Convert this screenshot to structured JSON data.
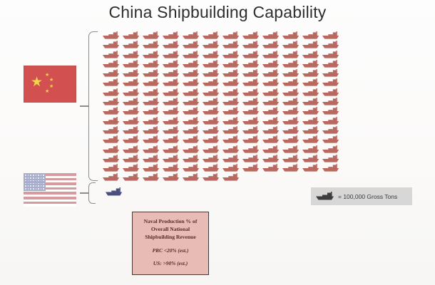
{
  "title": "China Shipbuilding Capability",
  "flags": {
    "china": {
      "name": "china-flag",
      "color": "#cf4444",
      "star_color": "#f2d33c",
      "small_star_count": 4
    },
    "us": {
      "name": "us-flag",
      "stripe_color": "#d08b92",
      "canton_color": "#9aa0c4"
    }
  },
  "legend": {
    "symbol": "ship-icon",
    "text": "= 100,000 Gross Tons",
    "background": "#d7d7d7"
  },
  "note": {
    "title_line_1": "Naval Production % of",
    "title_line_2": "Overall National",
    "title_line_3": "Shipbuilding Revenue",
    "stat_prc": "PRC <20% (est.)",
    "stat_us": "US: >90% (est.)",
    "background": "#e8bcb5"
  },
  "chart_data": {
    "type": "pictogram",
    "title": "China Shipbuilding Capability",
    "unit_label": "= 100,000 Gross Tons",
    "unit_value": 100000,
    "unit_name": "Gross Tons",
    "icon": "ship-icon",
    "series": [
      {
        "name": "China",
        "flag": "china-flag",
        "icon_color": "#b8685f",
        "icons_total": 187,
        "rows": [
          12,
          12,
          12,
          12,
          12,
          12,
          12,
          12,
          12,
          12,
          12,
          12,
          12,
          12,
          12,
          7
        ],
        "icons_per_full_row": 12,
        "row_count": 16,
        "value": 18700000,
        "naval_share_note": "PRC <20% (est.)"
      },
      {
        "name": "US",
        "flag": "us-flag",
        "icon_color": "#4b4f80",
        "icons_total": 1,
        "rows": [
          1
        ],
        "icons_per_full_row": 1,
        "row_count": 1,
        "value": 100000,
        "naval_share_note": "US: >90% (est.)"
      }
    ],
    "annotations": [
      "Naval Production % of Overall National Shipbuilding Revenue",
      "PRC <20% (est.)",
      "US: >90% (est.)"
    ]
  }
}
